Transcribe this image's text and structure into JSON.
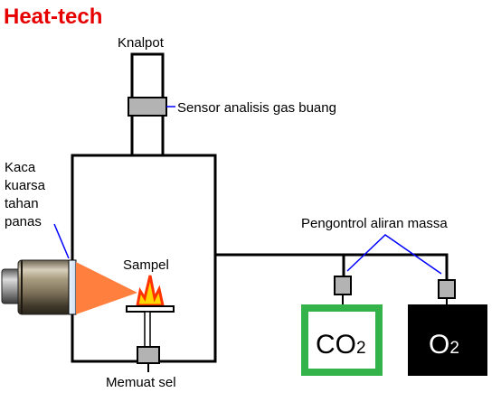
{
  "brand": {
    "name": "Heat-tech",
    "color": "#e60000"
  },
  "labels": {
    "exhaust": "Knalpot",
    "gas_sensor": "Sensor analisis gas buang",
    "quartz_glass": [
      "Kaca",
      "kuarsa",
      "tahan",
      "panas"
    ],
    "sample": "Sampel",
    "mass_flow": "Pengontrol aliran massa",
    "load_cell": "Memuat sel"
  },
  "cylinders": [
    {
      "name": "co2-cylinder",
      "formula": "CO",
      "subscript": "2",
      "fill_color": "#33b34a",
      "text_color": "#000000"
    },
    {
      "name": "o2-cylinder",
      "formula": "O",
      "subscript": "2",
      "fill_color": "#000000",
      "text_color": "#ffffff"
    }
  ],
  "colors": {
    "flame_cone": "#ff7f3f",
    "flame_outer": "#ff3300",
    "flame_inner": "#ffd600",
    "component_gray": "#b3b3b3",
    "leader_line": "#0000ff"
  }
}
